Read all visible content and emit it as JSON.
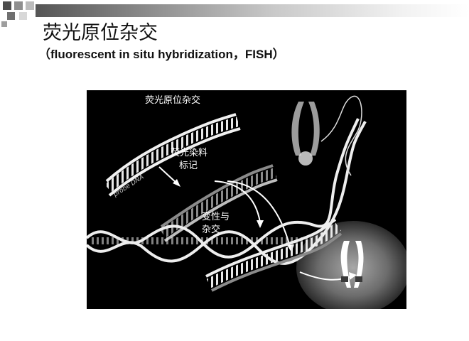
{
  "slide": {
    "title": "荧光原位杂交",
    "subtitle": "（fluorescent in situ hybridization，FISH）"
  },
  "figure": {
    "heading": "荧光原位杂交",
    "probe_label": "probe DNA",
    "step1_line1": "荧光染料",
    "step1_line2": "标记",
    "step2_line1": "变性与",
    "step2_line2": "杂交"
  },
  "colors": {
    "bar_dark": "#555555",
    "figure_background": "#000000",
    "dna_strand": "#e8e8e8",
    "probe_strand": "#7a7a7a",
    "cell_glow": "#9a9a9a"
  }
}
